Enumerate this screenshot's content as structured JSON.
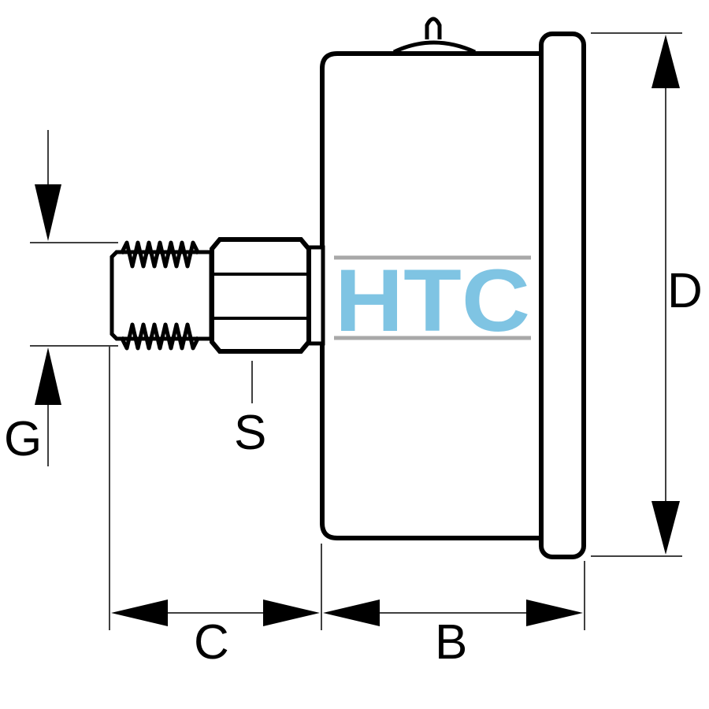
{
  "labels": {
    "G": "G",
    "S": "S",
    "C": "C",
    "B": "B",
    "D": "D"
  },
  "logo": {
    "text": "HTC",
    "color": "#7fc4e3",
    "rule_color": "#a8a8a8"
  },
  "colors": {
    "outline": "#000000",
    "background": "#ffffff"
  }
}
